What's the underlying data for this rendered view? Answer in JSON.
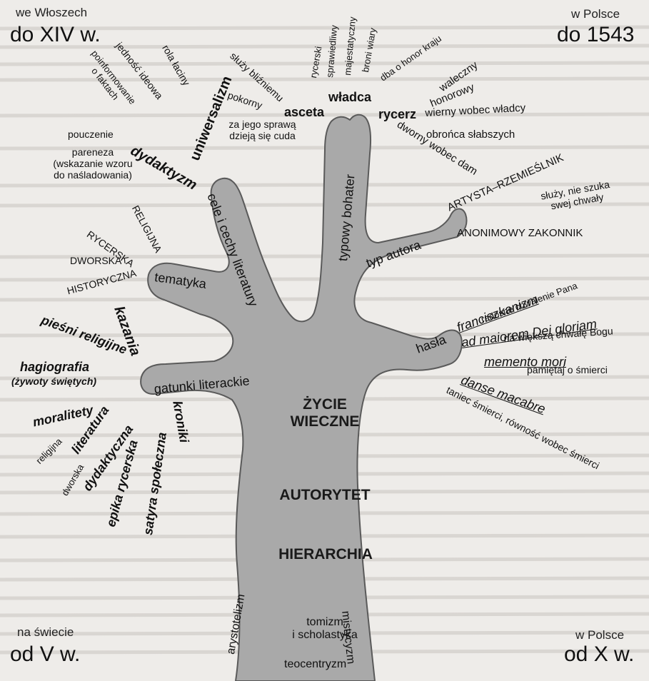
{
  "corners": {
    "top_left_small": "we Włoszech",
    "top_left_big": "do XIV w.",
    "top_right_small": "w Polsce",
    "top_right_big": "do 1543",
    "bottom_left_small": "na świecie",
    "bottom_left_big": "od V w.",
    "bottom_right_small": "w Polsce",
    "bottom_right_big": "od X w."
  },
  "trunk": {
    "zycie_1": "ŻYCIE",
    "zycie_2": "WIECZNE",
    "autorytet": "AUTORYTET",
    "hierarchia": "HIERARCHIA",
    "arystotelizm": "arystotelizm",
    "tomizm": "tomizm",
    "scholastyka": "i scholastyka",
    "teocentryzm": "teocentryzm",
    "mistycyzm": "mistycyzm"
  },
  "limbs": {
    "cele": "cele i cechy literatury",
    "tematyka": "tematyka",
    "gatunki": "gatunki literackie",
    "bohater": "typowy bohater",
    "typ_autora": "typ autora",
    "hasla": "hasła"
  },
  "cele_items": {
    "uniwersalizm": "uniwersalizm",
    "rola_laciny": "rola łaciny",
    "jednosc": "jedność ideowa",
    "poinformowanie_1": "poinformowanie",
    "poinformowanie_2": "o faktach",
    "pouczenie": "pouczenie",
    "pareneza_1": "pareneza",
    "pareneza_2": "(wskazanie wzoru",
    "pareneza_3": "do naśladowania)",
    "dydaktyzm": "dydaktyzm"
  },
  "tematyka_items": {
    "religijna": "RELIGIJNA",
    "rycerska": "RYCERSKA",
    "dworska": "DWORSKA",
    "historyczna": "HISTORYCZNA"
  },
  "gatunki_items": {
    "kazania": "kazania",
    "piesni": "pieśni religijne",
    "hagiografia": "hagiografia",
    "zywoty": "(żywoty świętych)",
    "moralitety": "moralitety",
    "literatura": "literatura",
    "dydaktyczna": "dydaktyczna",
    "religijna": "religijna",
    "dworska": "dworska",
    "epika": "epika rycerska",
    "satyra": "satyra społeczna",
    "kroniki": "kroniki"
  },
  "bohater_items": {
    "sluzy_1": "służy bliźniemu",
    "pokorny": "pokorny",
    "za_jego_1": "za jego sprawą",
    "za_jego_2": "dzieją się cuda",
    "asceta": "asceta",
    "rycerski": "rycerski",
    "sprawiedliwy": "sprawiedliwy",
    "majestatyczny": "majestatyczny",
    "broni_wiary": "broni wiary",
    "dba_o_honor": "dba o honor kraju",
    "wladca": "władca",
    "waleczny": "waleczny",
    "honorowy": "honorowy",
    "wierny": "wierny wobec władcy",
    "obronca": "obrońca słabszych",
    "dworny": "dworny wobec dam",
    "rycerz": "rycerz"
  },
  "autor_items": {
    "artysta": "ARTYSTA–RZEMIEŚLNIK",
    "sluzy_1": "służy, nie szuka",
    "sluzy_2": "swej chwały",
    "anonimowy": "ANONIMOWY ZAKONNIK"
  },
  "hasla_items": {
    "franciszkanizm": "franciszkanizm",
    "radosne": "radosne chwalenie Pana",
    "ad_maiorem": "ad maiorem Dei gloriam",
    "na_wieksza": "na większą chwałę Bogu",
    "memento": "memento mori",
    "pamietaj": "pamiętaj o śmierci",
    "danse": "danse macabre",
    "taniec": "taniec śmierci, równość wobec śmierci"
  }
}
